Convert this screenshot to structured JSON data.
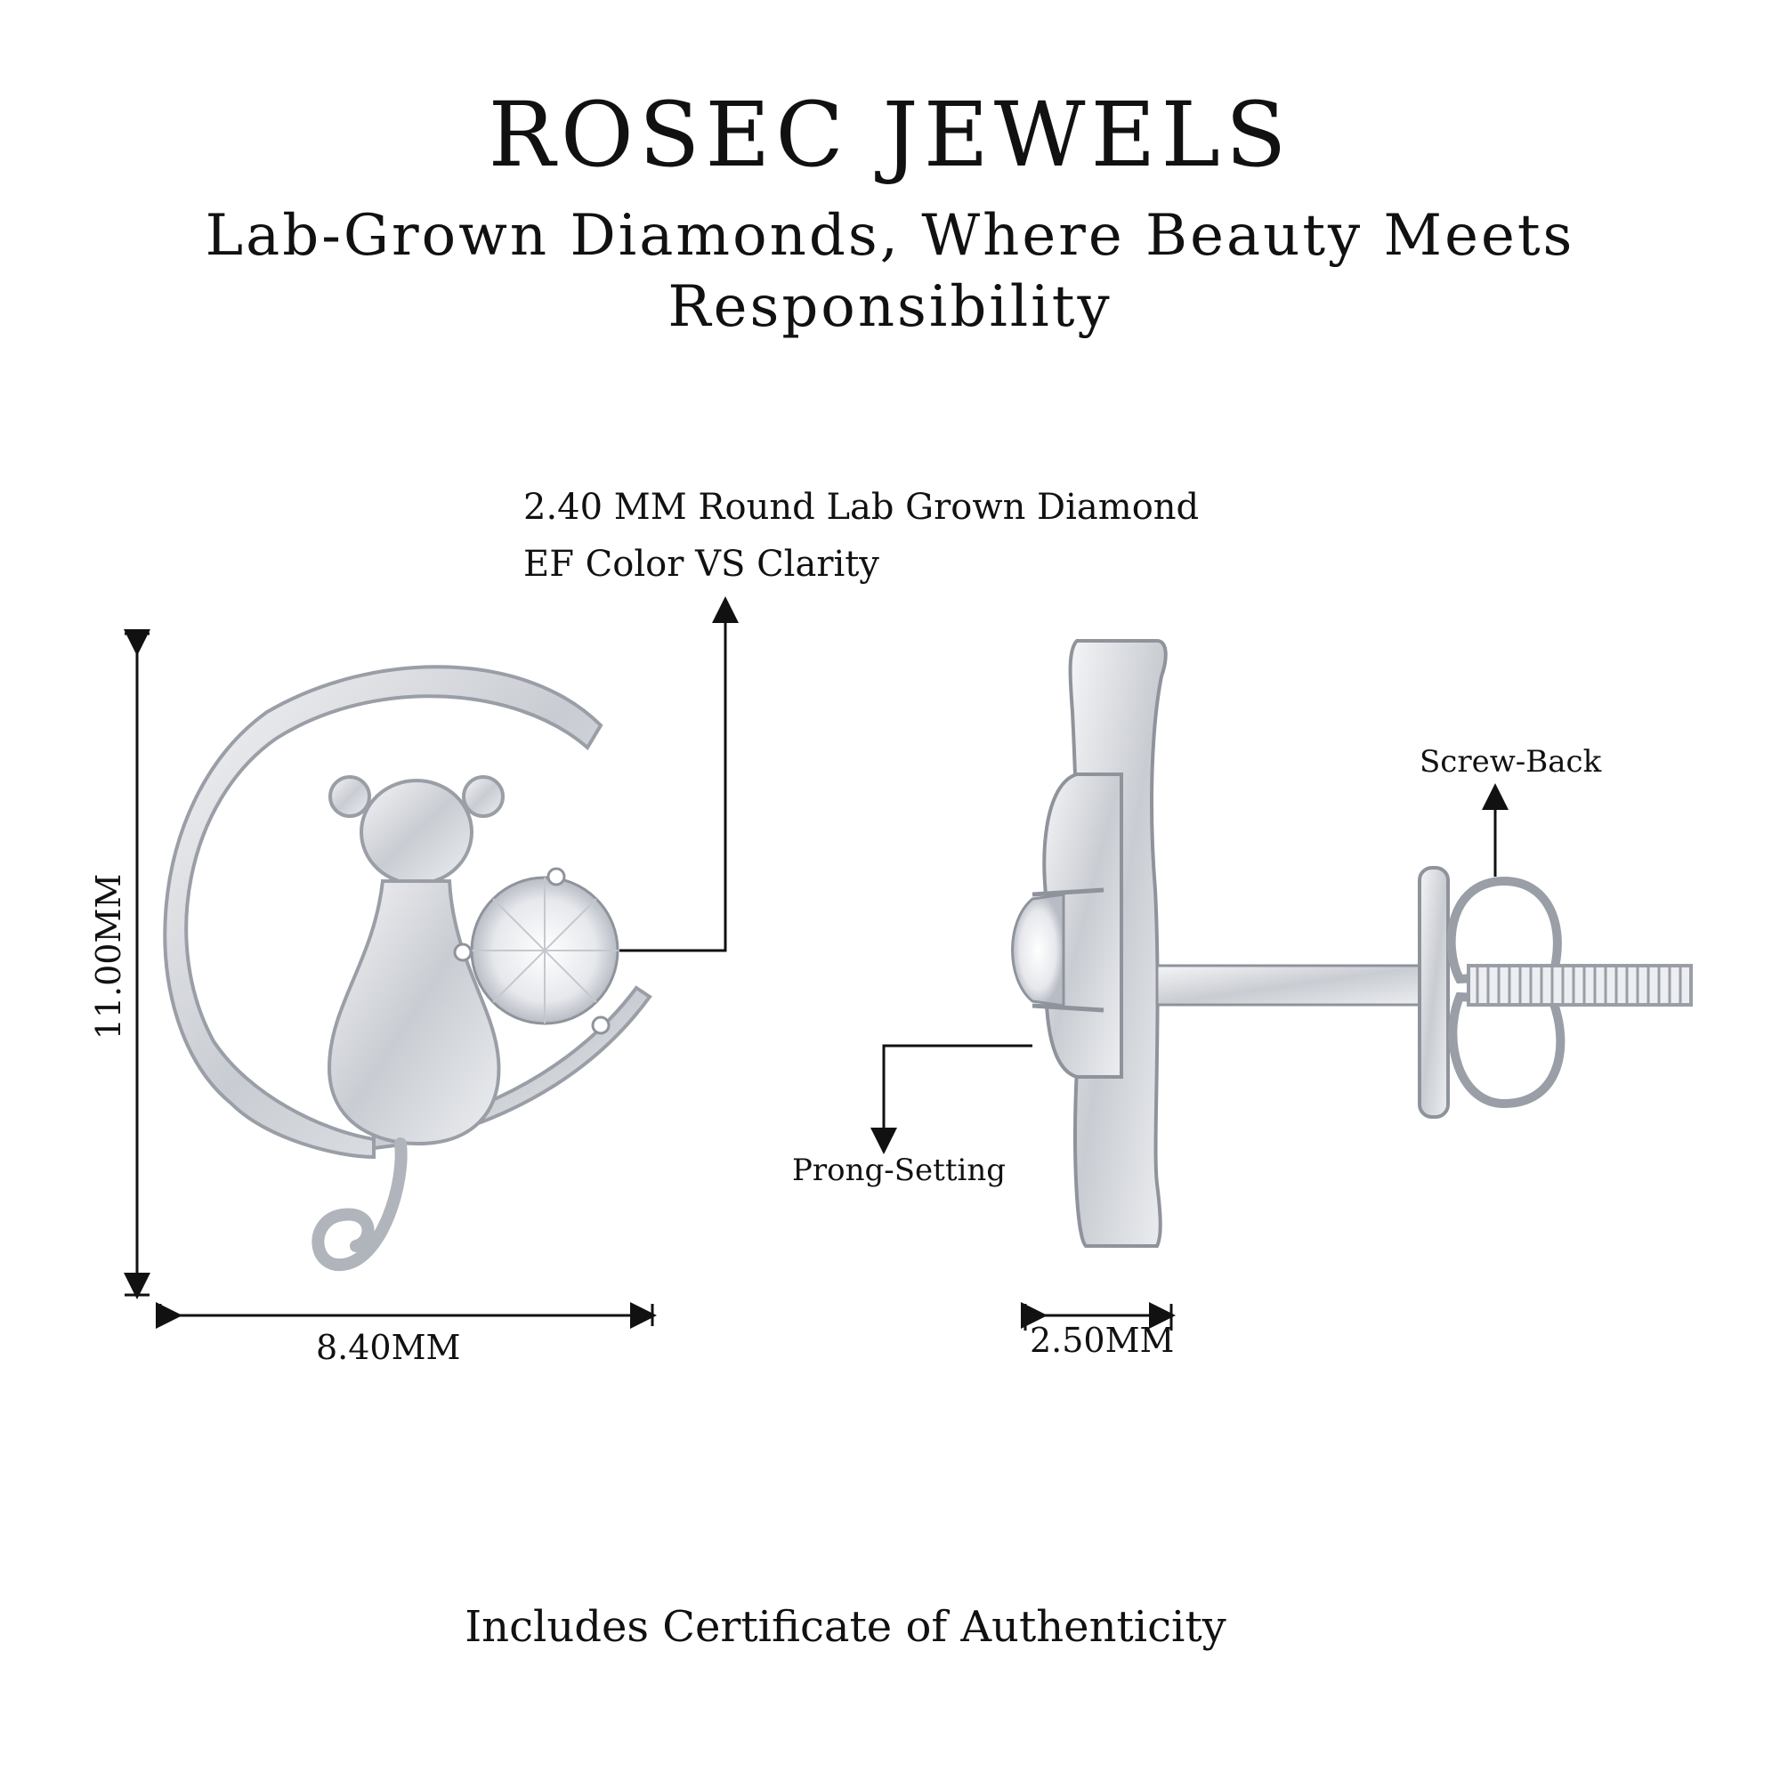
{
  "header": {
    "brand": "ROSEC JEWELS",
    "tagline": "Lab-Grown Diamonds, Where Beauty Meets Responsibility"
  },
  "diamond_spec": {
    "line1": "2.40 MM Round Lab Grown Diamond",
    "line2": "EF Color VS Clarity"
  },
  "dimensions": {
    "height": "11.00MM",
    "width": "8.40MM",
    "depth": "2.50MM"
  },
  "callouts": {
    "screw_back": "Screw-Back",
    "prong_setting": "Prong-Setting"
  },
  "footer": {
    "certificate": "Includes Certificate of Authenticity"
  },
  "colors": {
    "metal": "#d9dbe0",
    "metal_dark": "#8f939b",
    "line": "#111111"
  }
}
